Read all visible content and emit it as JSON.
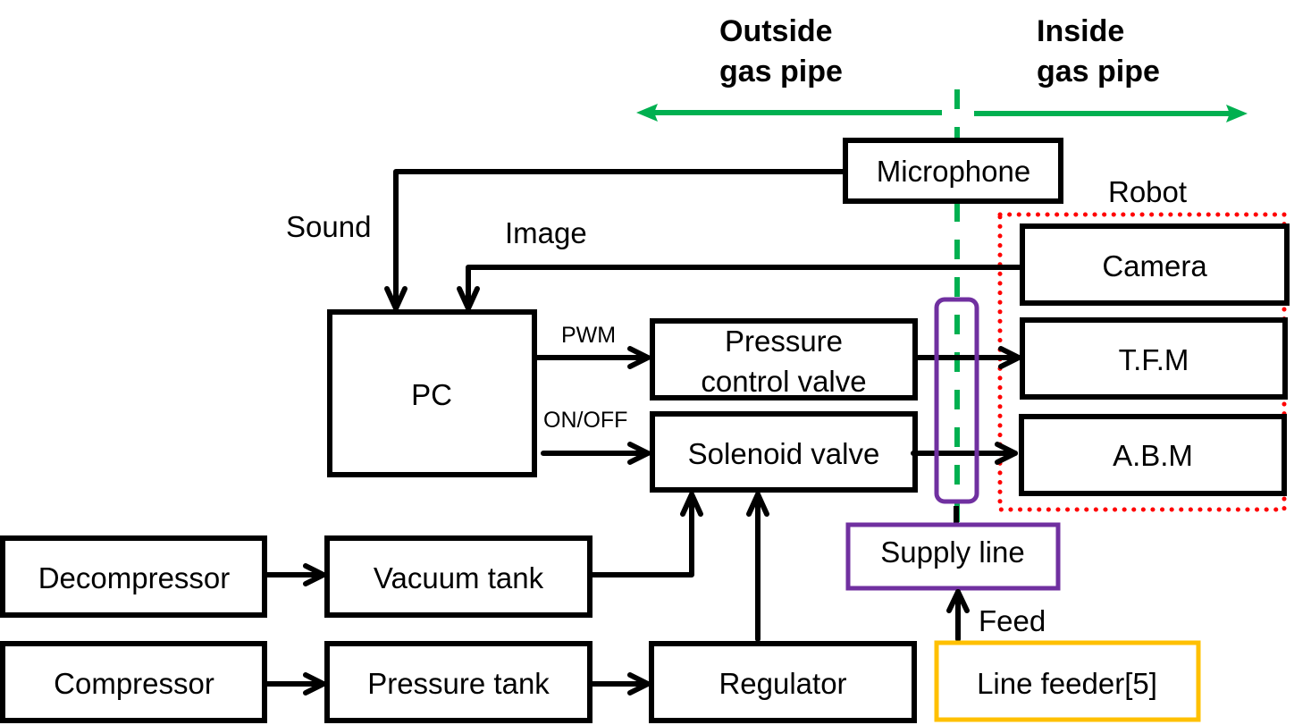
{
  "colors": {
    "line": "#000000",
    "boundary": "#00b050",
    "robot_border": "#ff0000",
    "supply_line": "#7030a0",
    "line_feeder": "#ffc000"
  },
  "regions": {
    "outside": [
      "Outside",
      "gas pipe"
    ],
    "inside": [
      "Inside",
      "gas pipe"
    ]
  },
  "robot_label": "Robot",
  "blocks": {
    "microphone": "Microphone",
    "pc": "PC",
    "camera": "Camera",
    "tfm": "T.F.M",
    "abm": "A.B.M",
    "pressure_control_valve": [
      "Pressure",
      "control valve"
    ],
    "solenoid_valve": "Solenoid valve",
    "decompressor": "Decompressor",
    "vacuum_tank": "Vacuum tank",
    "compressor": "Compressor",
    "pressure_tank": "Pressure tank",
    "regulator": "Regulator",
    "supply_line": "Supply line",
    "line_feeder": "Line feeder[5]"
  },
  "signals": {
    "sound": "Sound",
    "image": "Image",
    "pwm": "PWM",
    "on_off": "ON/OFF",
    "feed": "Feed"
  }
}
